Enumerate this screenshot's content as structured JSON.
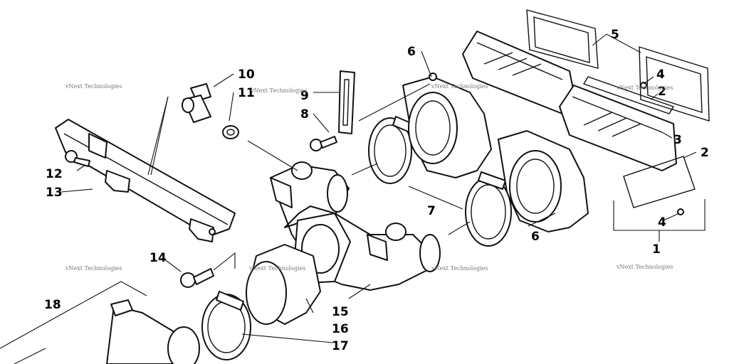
{
  "callouts": [
    "1",
    "2",
    "2",
    "3",
    "4",
    "4",
    "5",
    "6",
    "6",
    "7",
    "8",
    "9",
    "10",
    "11",
    "12",
    "13",
    "14",
    "15",
    "16",
    "17",
    "18"
  ],
  "watermark": "vNext Technologies",
  "colors": {
    "line": "#111111",
    "background": "#ffffff",
    "watermark": "#777777"
  }
}
